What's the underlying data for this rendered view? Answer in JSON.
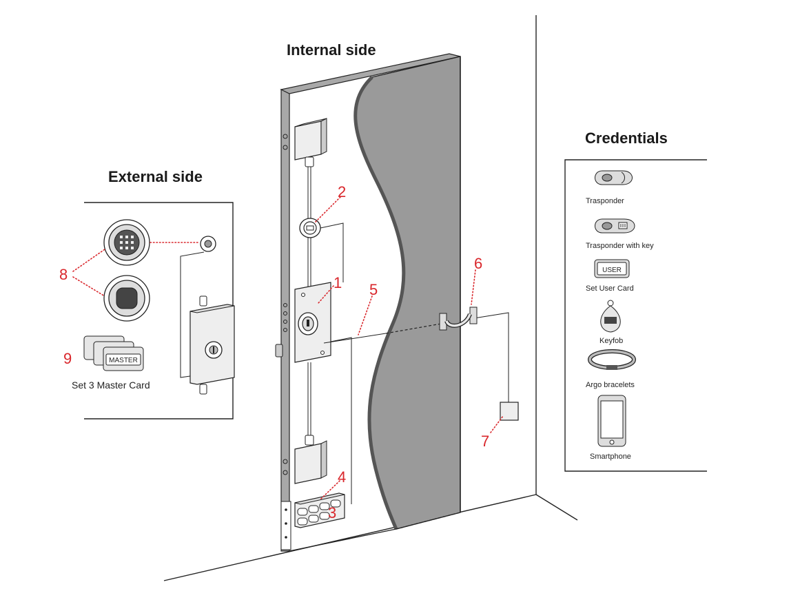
{
  "headings": {
    "internal": "Internal side",
    "external": "External side",
    "credentials": "Credentials"
  },
  "callouts": [
    "1",
    "2",
    "3",
    "4",
    "5",
    "6",
    "7",
    "8",
    "9"
  ],
  "external_panel": {
    "master_card_label": "Set 3 Master Card",
    "card_text": "MASTER"
  },
  "credentials": [
    {
      "label": "Trasponder",
      "icon": "transponder-icon"
    },
    {
      "label": "Trasponder with key",
      "icon": "transponder-key-icon"
    },
    {
      "label": "Set User Card",
      "icon": "user-card-icon",
      "card_text": "USER"
    },
    {
      "label": "Keyfob",
      "icon": "keyfob-icon"
    },
    {
      "label": "Argo bracelets",
      "icon": "bracelet-icon"
    },
    {
      "label": "Smartphone",
      "icon": "smartphone-icon"
    }
  ],
  "colors": {
    "callout": "#d9262b",
    "door_gray": "#9a9a9a",
    "frame_gray": "#a8a8a8",
    "component_fill": "#eeeeee"
  }
}
